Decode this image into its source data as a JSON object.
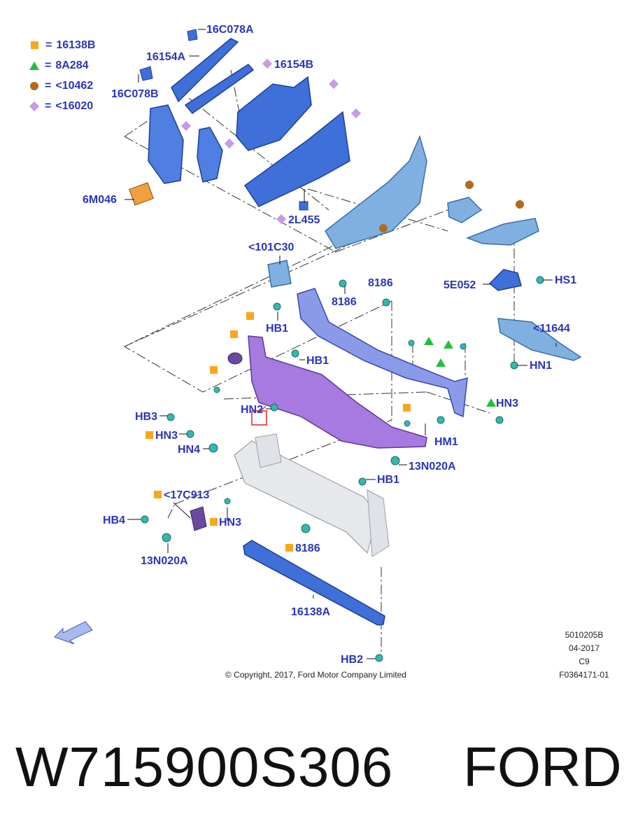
{
  "legend": [
    {
      "symbol": "square",
      "color": "#f7a81b",
      "equals": "=",
      "code": "16138B"
    },
    {
      "symbol": "triangle",
      "color": "#22c03a",
      "equals": "=",
      "code": "8A284"
    },
    {
      "symbol": "circle",
      "color": "#b36a1e",
      "equals": "=",
      "code": "<10462"
    },
    {
      "symbol": "diamond",
      "color": "#c79be8",
      "equals": "=",
      "code": "<16020"
    }
  ],
  "labels": {
    "l16C078A": "16C078A",
    "l16154A": "16154A",
    "l16154B": "16154B",
    "l16C078B": "16C078B",
    "l6M046": "6M046",
    "l2L455": "2L455",
    "l101C30": "<101C30",
    "l8186a": "8186",
    "l8186b": "8186",
    "l5E052": "5E052",
    "lHS1": "HS1",
    "l11644": "<11644",
    "lHN1": "HN1",
    "lHB1a": "HB1",
    "lHB1b": "HB1",
    "lHN3a": "HN3",
    "lHB3": "HB3",
    "lHN2": "HN2",
    "lHN3b": "HN3",
    "lHN4": "HN4",
    "lHM1": "HM1",
    "l13N020Aa": "13N020A",
    "lHB1c": "HB1",
    "l17C913": "<17C913",
    "lHB4": "HB4",
    "lHN3c": "HN3",
    "l8186c": "8186",
    "l13N020Ab": "13N020A",
    "l16138A": "16138A",
    "lHB2": "HB2"
  },
  "info": {
    "line1": "5010205B",
    "line2": "04-2017",
    "line3": "C9",
    "line4": "F0364171-01"
  },
  "copyright": "© Copyright, 2017, Ford Motor Company Limited",
  "footer": {
    "part_number": "W715900S306",
    "brand": "FORD"
  },
  "colors": {
    "label_blue": "#2a35b8",
    "part_blue": "#3f6fd8",
    "part_light_blue": "#7fb0e0",
    "part_purple": "#a77ae0",
    "part_lavender": "#8a9ae8",
    "fastener_teal": "#33b7b0",
    "highlight_red": "#e02020",
    "square_orange": "#f7a81b",
    "triangle_green": "#22c03a",
    "circle_brown": "#b36a1e",
    "diamond_violet": "#c79be8"
  }
}
